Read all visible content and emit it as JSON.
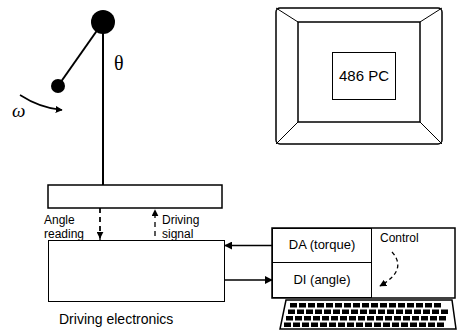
{
  "diagram": {
    "nodes": [
      {
        "text": [
          "486 PC"
        ]
      },
      {
        "text": [
          "DA (torque)"
        ]
      },
      {
        "text": [
          "DI (angle)"
        ]
      },
      {
        "text": [
          "Driving electronics"
        ]
      }
    ],
    "edges": [
      {
        "from": 1,
        "to": 3,
        "arrow": "to"
      },
      {
        "from": 3,
        "to": 2,
        "arrow": "to"
      }
    ],
    "labels": [
      "θ",
      "ω",
      "Angle reading",
      "Driving signal",
      "Control"
    ]
  }
}
